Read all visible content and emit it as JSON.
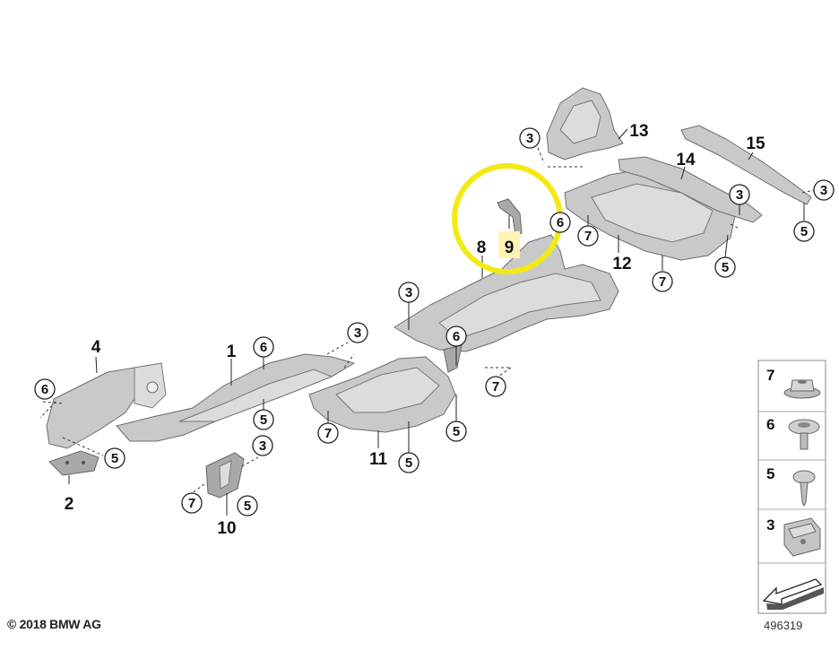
{
  "callouts": {
    "c1": "1",
    "c2": "2",
    "c4": "4",
    "c8": "8",
    "c9": "9",
    "c10": "10",
    "c11": "11",
    "c12": "12",
    "c13": "13",
    "c14": "14",
    "c15": "15",
    "circ3": "3",
    "circ5": "5",
    "circ6": "6",
    "circ7": "7"
  },
  "legend": {
    "items": [
      {
        "label": "7"
      },
      {
        "label": "6"
      },
      {
        "label": "5"
      },
      {
        "label": "3"
      }
    ]
  },
  "footer": {
    "copyright": "© 2018 BMW AG",
    "diagram_id": "496319"
  },
  "colors": {
    "highlight_circle": "#f2ea12",
    "highlight_label_bg": "#fff2b3",
    "part_fill": "#c9c9c9"
  }
}
